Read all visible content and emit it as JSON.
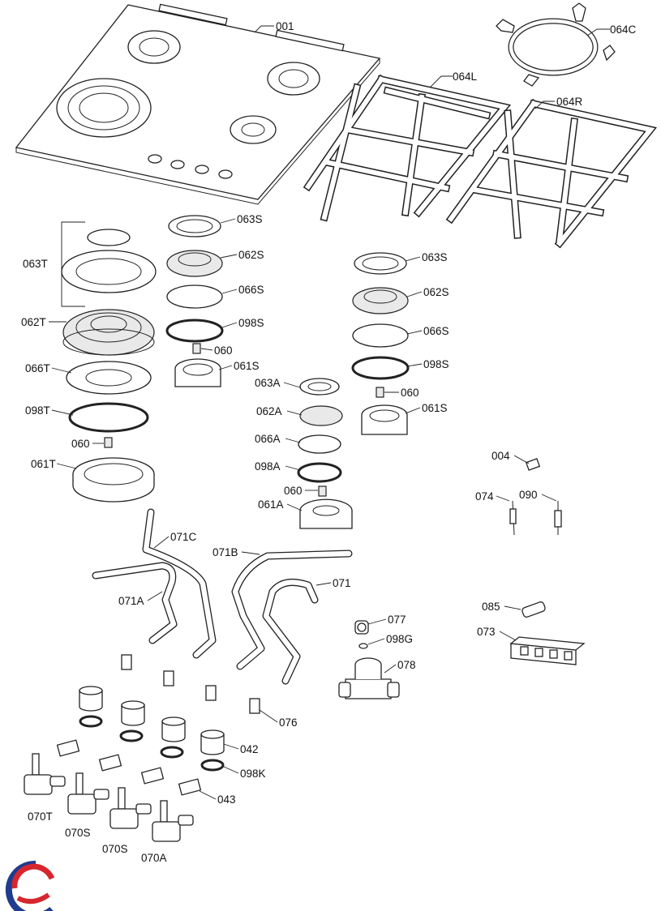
{
  "labels": {
    "p001": "001",
    "p064C": "064C",
    "p064L": "064L",
    "p064R": "064R",
    "p063T": "063T",
    "p062T": "062T",
    "p066T": "066T",
    "p098T": "098T",
    "p060_t": "060",
    "p061T": "061T",
    "p063S_1": "063S",
    "p062S_1": "062S",
    "p066S_1": "066S",
    "p098S_1": "098S",
    "p060_1": "060",
    "p061S_1": "061S",
    "p063S_2": "063S",
    "p062S_2": "062S",
    "p066S_2": "066S",
    "p098S_2": "098S",
    "p060_2": "060",
    "p061S_2": "061S",
    "p063A": "063A",
    "p062A": "062A",
    "p066A": "066A",
    "p098A": "098A",
    "p060_a": "060",
    "p061A": "061A",
    "p004": "004",
    "p074": "074",
    "p090": "090",
    "p071C": "071C",
    "p071B": "071B",
    "p071A": "071A",
    "p071": "071",
    "p077": "077",
    "p098G": "098G",
    "p078": "078",
    "p085": "085",
    "p073": "073",
    "p076": "076",
    "p042": "042",
    "p098K": "098K",
    "p043": "043",
    "p070T": "070T",
    "p070S_1": "070S",
    "p070S_2": "070S",
    "p070A": "070A"
  },
  "logo": {
    "colors": [
      "#1f3c8f",
      "#d7262e"
    ]
  }
}
